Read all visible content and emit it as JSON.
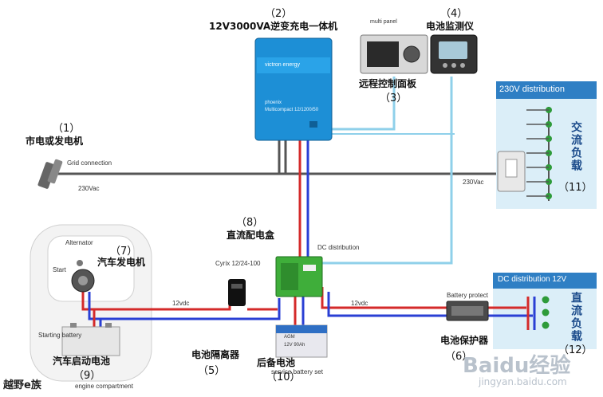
{
  "labels": {
    "n1": "（1）",
    "grid_cn": "市电或发电机",
    "n2": "（2）",
    "inverter_cn": "12V3000VA逆变充电一体机",
    "n3": "（3）",
    "remote_cn": "远程控制面板",
    "n4": "（4）",
    "monitor_cn": "电池监测仪",
    "n5": "（5）",
    "isolator_cn": "电池隔离器",
    "n6": "（6）",
    "protect_cn": "电池保护器",
    "n7": "（7）",
    "alternator_cn": "汽车发电机",
    "n8": "（8）",
    "dcbox_cn": "直流配电盒",
    "n9": "（9）",
    "starter_cn": "汽车启动电池",
    "n10": "（10）",
    "service_cn": "后备电池",
    "n11": "（11）",
    "ac_load_cn": "交流负载",
    "n12": "（12）",
    "dc_load_cn": "直流负载"
  },
  "english": {
    "grid_connection": "Grid connection",
    "v230_left": "230Vac",
    "v230_right": "230Vac",
    "multi_panel": "multi panel",
    "ac_dist": "230V distribution",
    "dc_dist_hdr": "DC distribution 12V",
    "dc_distribution": "DC distribution",
    "cyrix": "Cyrix 12/24-100",
    "v12_left": "12vdc",
    "v12_right": "12vdc",
    "battery_protect": "Battery protect",
    "alternator": "Alternator",
    "start": "Start",
    "starting_battery": "Starting battery",
    "engine_compartment": "engine compartment",
    "service_battery_set": "service battery set",
    "victron_energy": "victron energy",
    "phoenix": "phoenix",
    "multicompact": "Multicompact 12/1200/50",
    "battery_agm": "AGM",
    "battery_model": "12V 90Ah"
  },
  "watermark": {
    "left": "越野e族",
    "right_logo": "Baidu经验",
    "right_url": "jingyan.baidu.com"
  },
  "colors": {
    "ac_wire": "#555555",
    "dc_pos": "#d42a2a",
    "dc_neg": "#2a3fd4",
    "signal": "#8fd0ea",
    "dist_panel": "#dbeef8",
    "dist_header": "#2f7fc4",
    "inverter": "#1d8fd6",
    "load_dot": "#2e9b3a"
  }
}
